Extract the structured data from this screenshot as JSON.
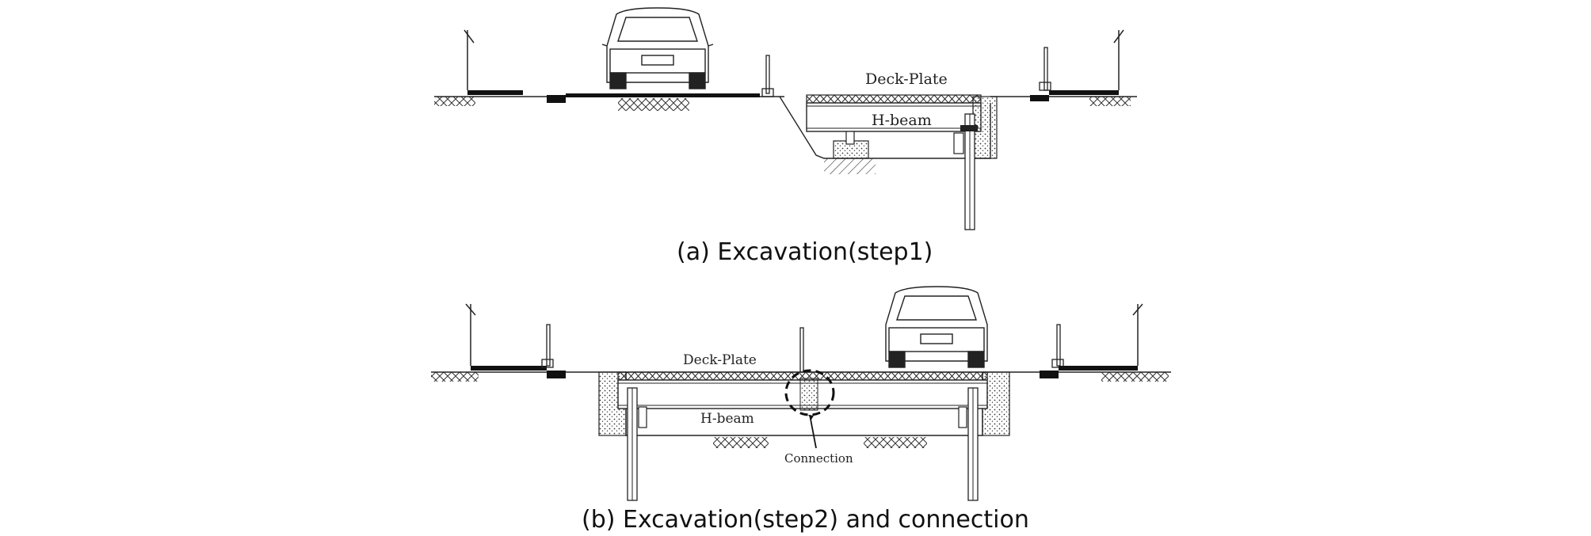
{
  "panel_a": {
    "deck_label": "Deck-Plate",
    "beam_label": "H-beam",
    "caption": "(a) Excavation(step1)"
  },
  "panel_b": {
    "deck_label": "Deck-Plate",
    "beam_label": "H-beam",
    "connection_label": "Connection",
    "caption": "(b) Excavation(step2) and connection"
  }
}
